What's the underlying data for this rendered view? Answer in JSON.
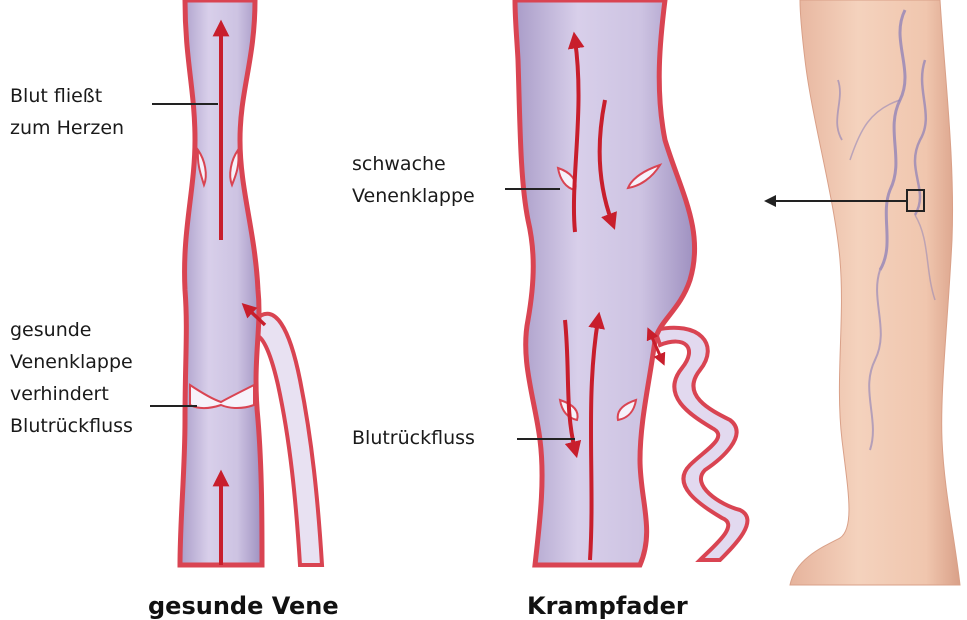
{
  "diagram": {
    "healthy": {
      "label_flow": [
        "Blut fließt",
        "zum Herzen"
      ],
      "label_valve": [
        "gesunde",
        "Venenklappe",
        "verhindert",
        "Blutrückfluss"
      ],
      "caption": "gesunde Vene"
    },
    "varicose": {
      "label_weak_valve": [
        "schwache",
        "Venenklappe"
      ],
      "label_backflow": "Blutrückfluss",
      "caption": "Krampfader"
    },
    "colors": {
      "vein_wall": "#d94452",
      "vein_lumen": "#cdc3e2",
      "vein_shade": "#a99cc8",
      "arrow": "#c81e2c",
      "skin": "#f2c9b0",
      "skin_shadow": "#dca08a",
      "vein_pattern": "#8c7fb8",
      "pointer": "#222222"
    }
  }
}
